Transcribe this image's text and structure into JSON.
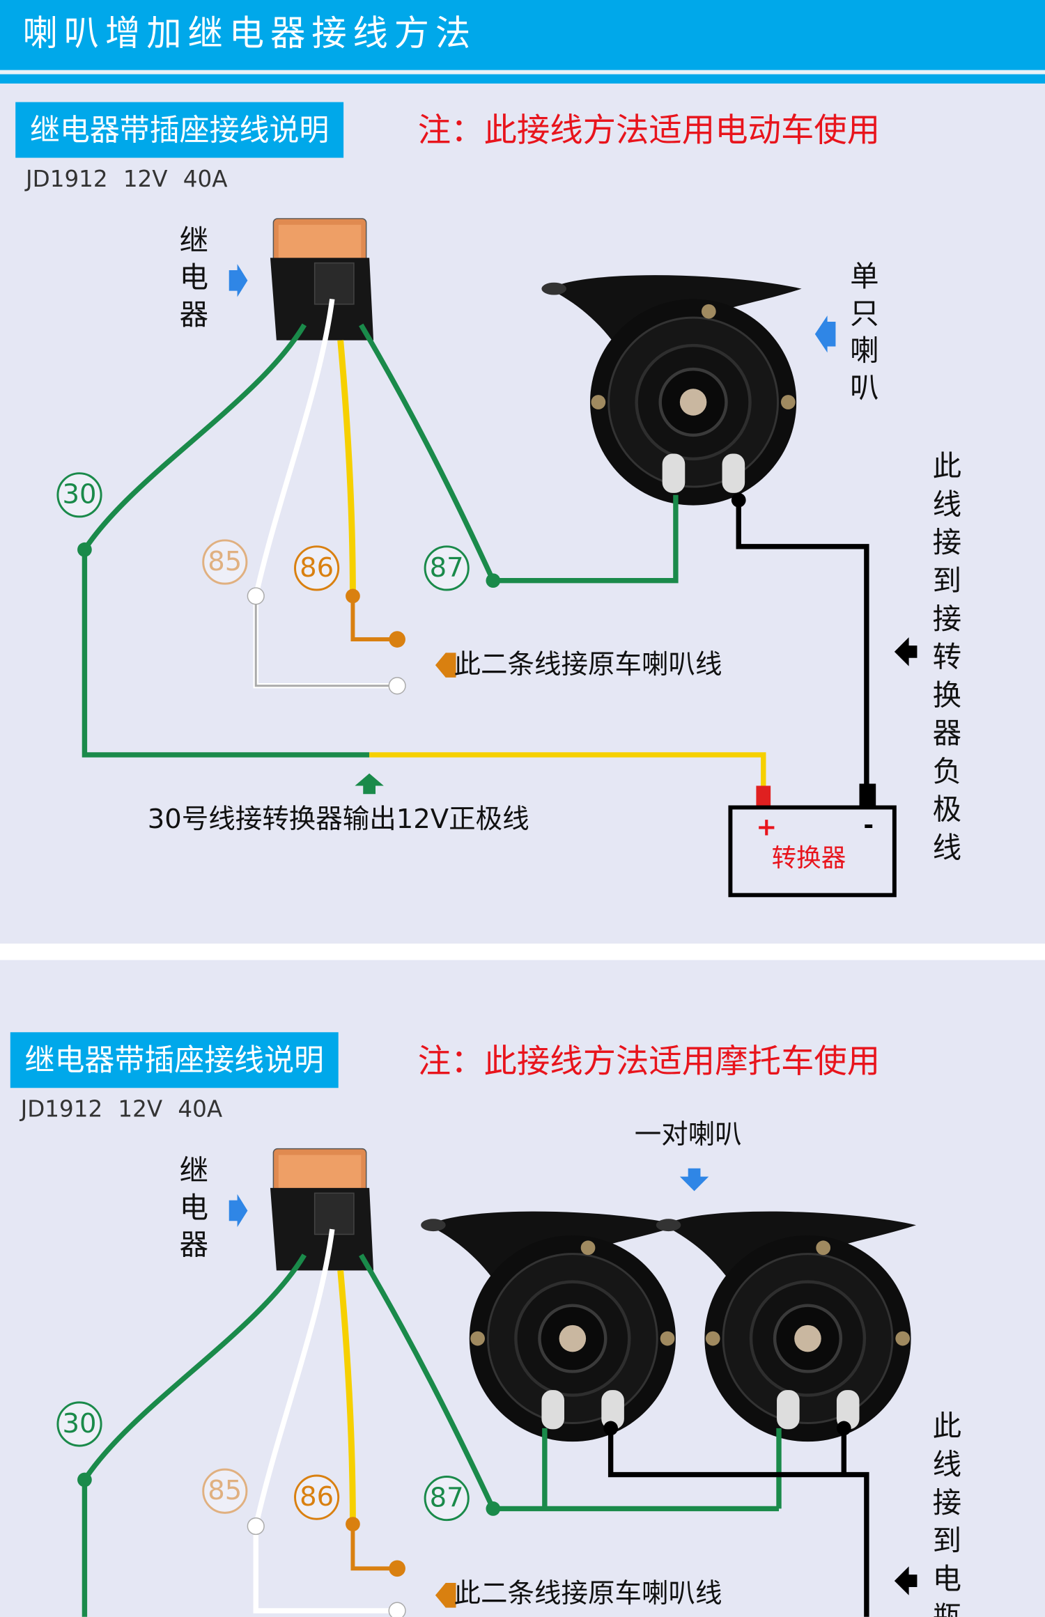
{
  "header": {
    "title": "喇叭增加继电器接线方法"
  },
  "colors": {
    "brand_blue": "#00a8ea",
    "note_red": "#e8141c",
    "wire_green": "#1a8a4a",
    "wire_yellow": "#f6d000",
    "wire_orange": "#d98010",
    "background": "#e5e7f4"
  },
  "panels": [
    {
      "label": "继电器带插座接线说明",
      "note": "注：此接线方法适用电动车使用",
      "spec": "JD1912  12V  40A",
      "relay_label": "继电器",
      "horn_label": "单只喇叭",
      "terminals": [
        "30",
        "85",
        "86",
        "87"
      ],
      "horn_wire_caption": "此二条线接原车喇叭线",
      "positive_caption": "30号线接转换器输出12V正极线",
      "negative_caption": "此线接到接转换器负极线",
      "converter": {
        "label": "转换器",
        "plus": "+",
        "minus": "-"
      }
    },
    {
      "label": "继电器带插座接线说明",
      "note": "注：此接线方法适用摩托车使用",
      "spec": "JD1912  12V  40A",
      "relay_label": "继电器",
      "horn_label": "一对喇叭",
      "terminals": [
        "30",
        "85",
        "86",
        "87"
      ],
      "horn_wire_caption": "此二条线接原车喇叭线",
      "negative_caption": "此线接到电瓶"
    }
  ]
}
